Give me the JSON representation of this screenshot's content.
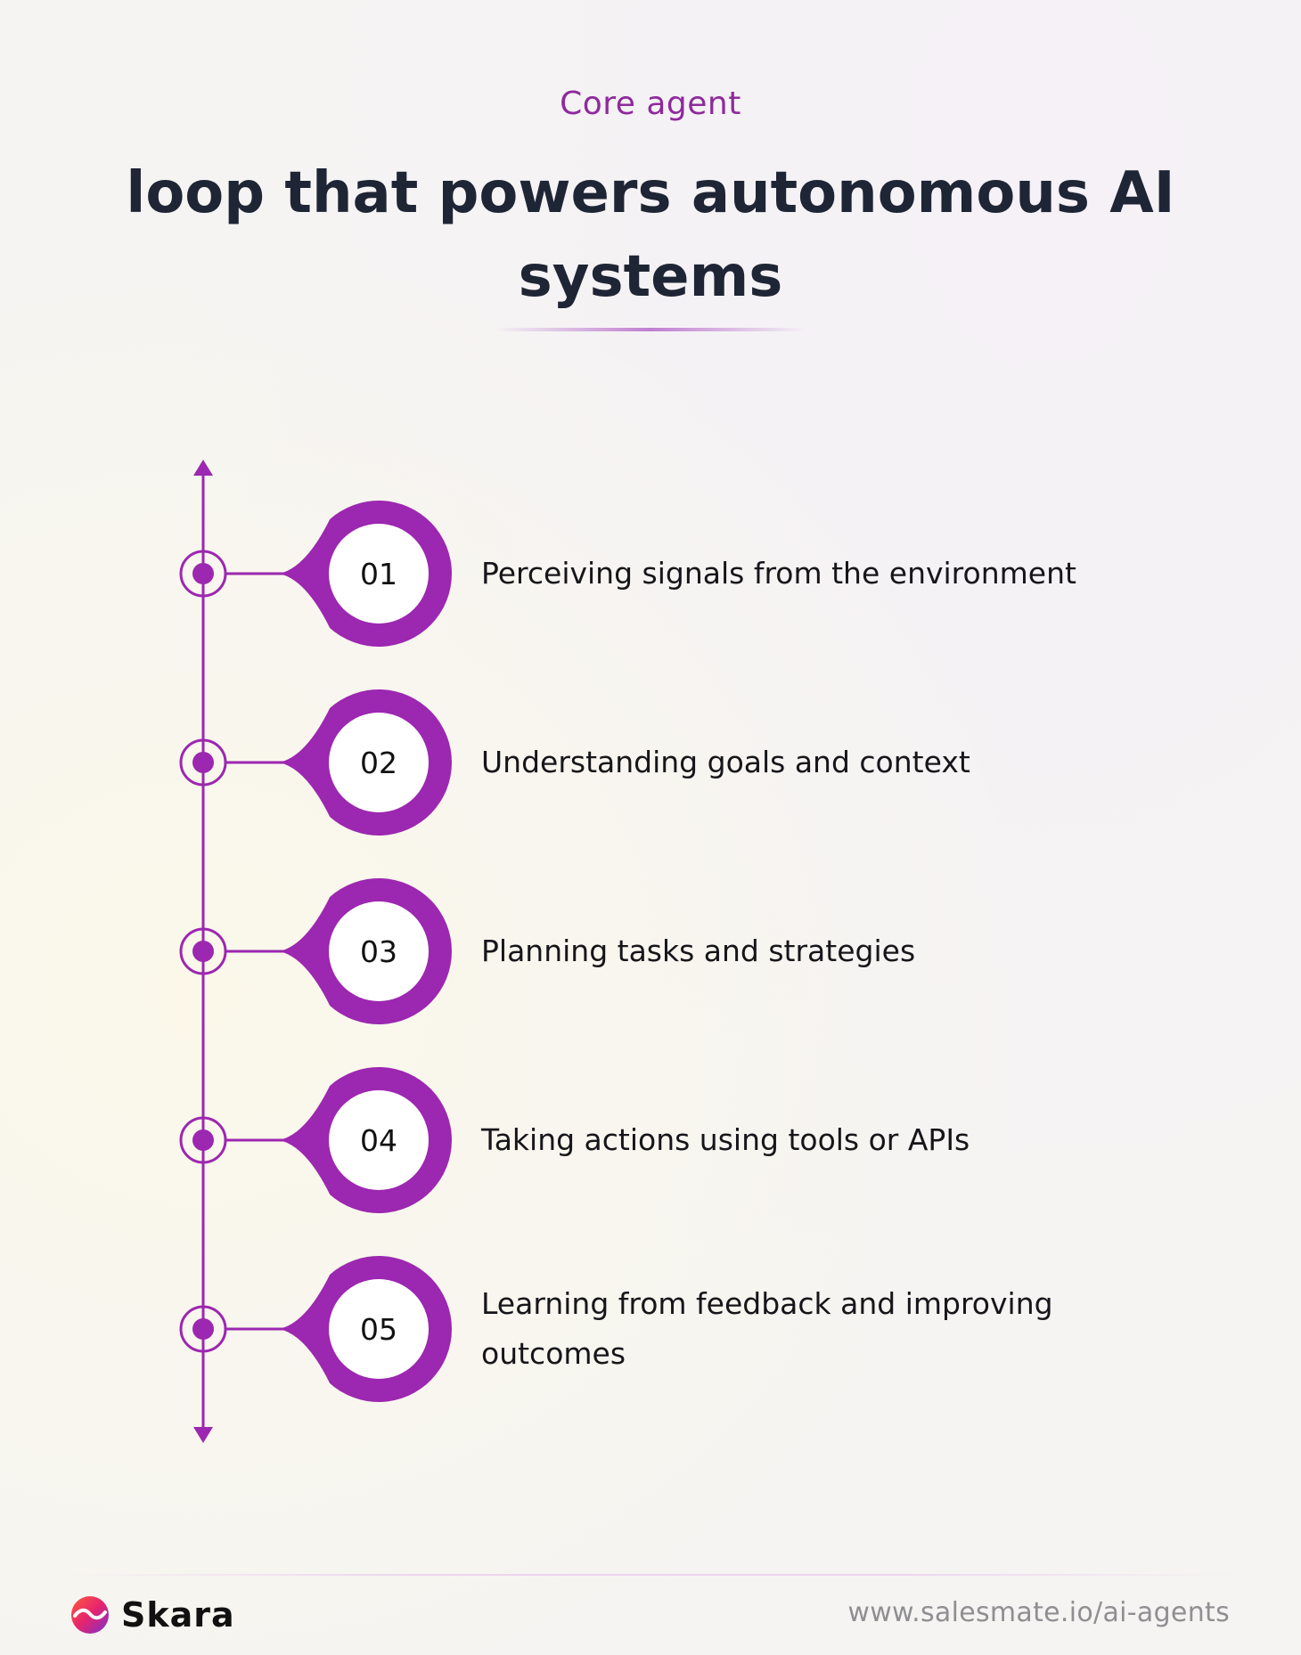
{
  "header": {
    "eyebrow": "Core agent",
    "title": "loop that powers autonomous AI systems"
  },
  "steps": [
    {
      "number": "01",
      "text": "Perceiving signals from the environment"
    },
    {
      "number": "02",
      "text": "Understanding goals and context"
    },
    {
      "number": "03",
      "text": "Planning tasks and strategies"
    },
    {
      "number": "04",
      "text": "Taking actions using tools or APIs"
    },
    {
      "number": "05",
      "text": "Learning from feedback and improving outcomes"
    }
  ],
  "footer": {
    "brand": "Skara",
    "url": "www.salesmate.io/ai-agents"
  },
  "colors": {
    "accent": "#9c27b0",
    "eyebrow": "#8e2a9c",
    "title": "#1e2535",
    "url": "#8f8f93"
  },
  "icons": {
    "logo": "skara-logo-icon",
    "arrows": [
      "arrow-up-icon",
      "arrow-down-icon"
    ]
  }
}
